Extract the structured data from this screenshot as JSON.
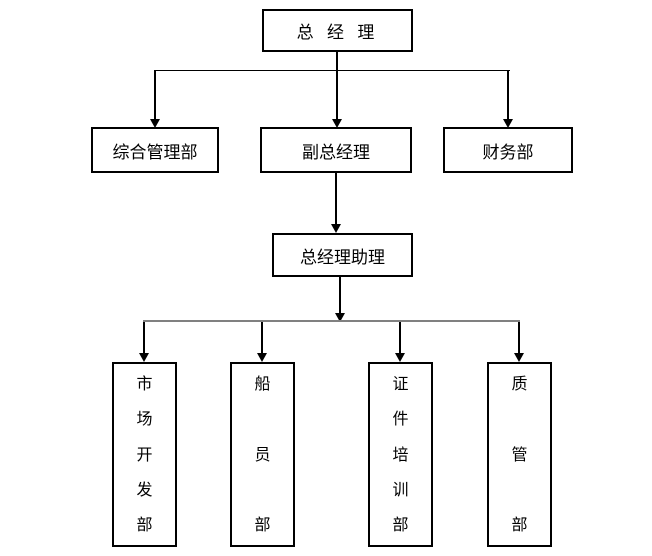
{
  "page": {
    "background": "#ffffff"
  },
  "org_chart": {
    "nodes": {
      "general_manager": {
        "label": "总 经 理"
      },
      "admin_dept": {
        "label": "综合管理部"
      },
      "deputy_general_manager": {
        "label": "副总经理"
      },
      "finance_dept": {
        "label": "财务部"
      },
      "gm_assistant": {
        "label": "总经理助理"
      },
      "market_dev_dept": {
        "label": "市场开发部"
      },
      "crew_dept": {
        "label": "船员部"
      },
      "cert_training_dept": {
        "label": "证件培训部"
      },
      "quality_dept": {
        "label": "质管部"
      }
    },
    "edges": [
      {
        "from": "总 经 理",
        "to": "综合管理部"
      },
      {
        "from": "总 经 理",
        "to": "副总经理"
      },
      {
        "from": "总 经 理",
        "to": "财务部"
      },
      {
        "from": "副总经理",
        "to": "总经理助理"
      },
      {
        "from": "总经理助理",
        "to": "市场开发部"
      },
      {
        "from": "总经理助理",
        "to": "船员部"
      },
      {
        "from": "总经理助理",
        "to": "证件培训部"
      },
      {
        "from": "总经理助理",
        "to": "质管部"
      }
    ],
    "colors": {
      "box_border": "#000000",
      "text": "#000000",
      "connector_upper": "#000000",
      "connector_lower_horizontal": "#808080",
      "background": "#ffffff"
    }
  }
}
